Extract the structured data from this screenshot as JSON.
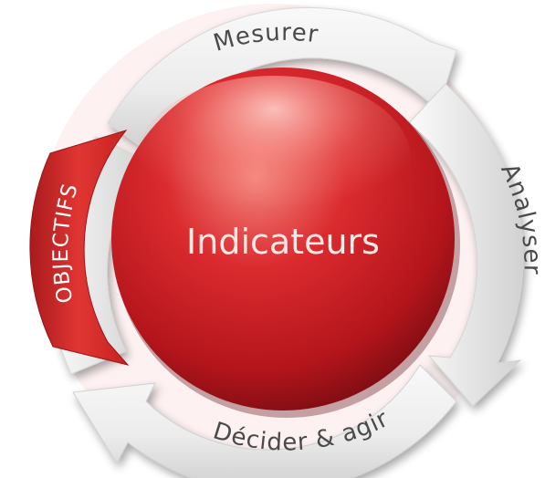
{
  "cycle": {
    "center": {
      "label": "Indicateurs"
    },
    "side_tab": {
      "label": "OBJECTIFS"
    },
    "steps": [
      {
        "label": "Mesurer"
      },
      {
        "label": "Analyser"
      },
      {
        "label": "Décider & agir"
      }
    ]
  },
  "colors": {
    "ring_light": "#f4f4f4",
    "ring_shadow": "#c9c9c9",
    "ring_text": "#4a4a4a",
    "objectifs_red": "#d42a2a",
    "sphere_highlight": "#f6a79c",
    "sphere_mid": "#d8242a",
    "sphere_dark": "#7a0f14"
  }
}
